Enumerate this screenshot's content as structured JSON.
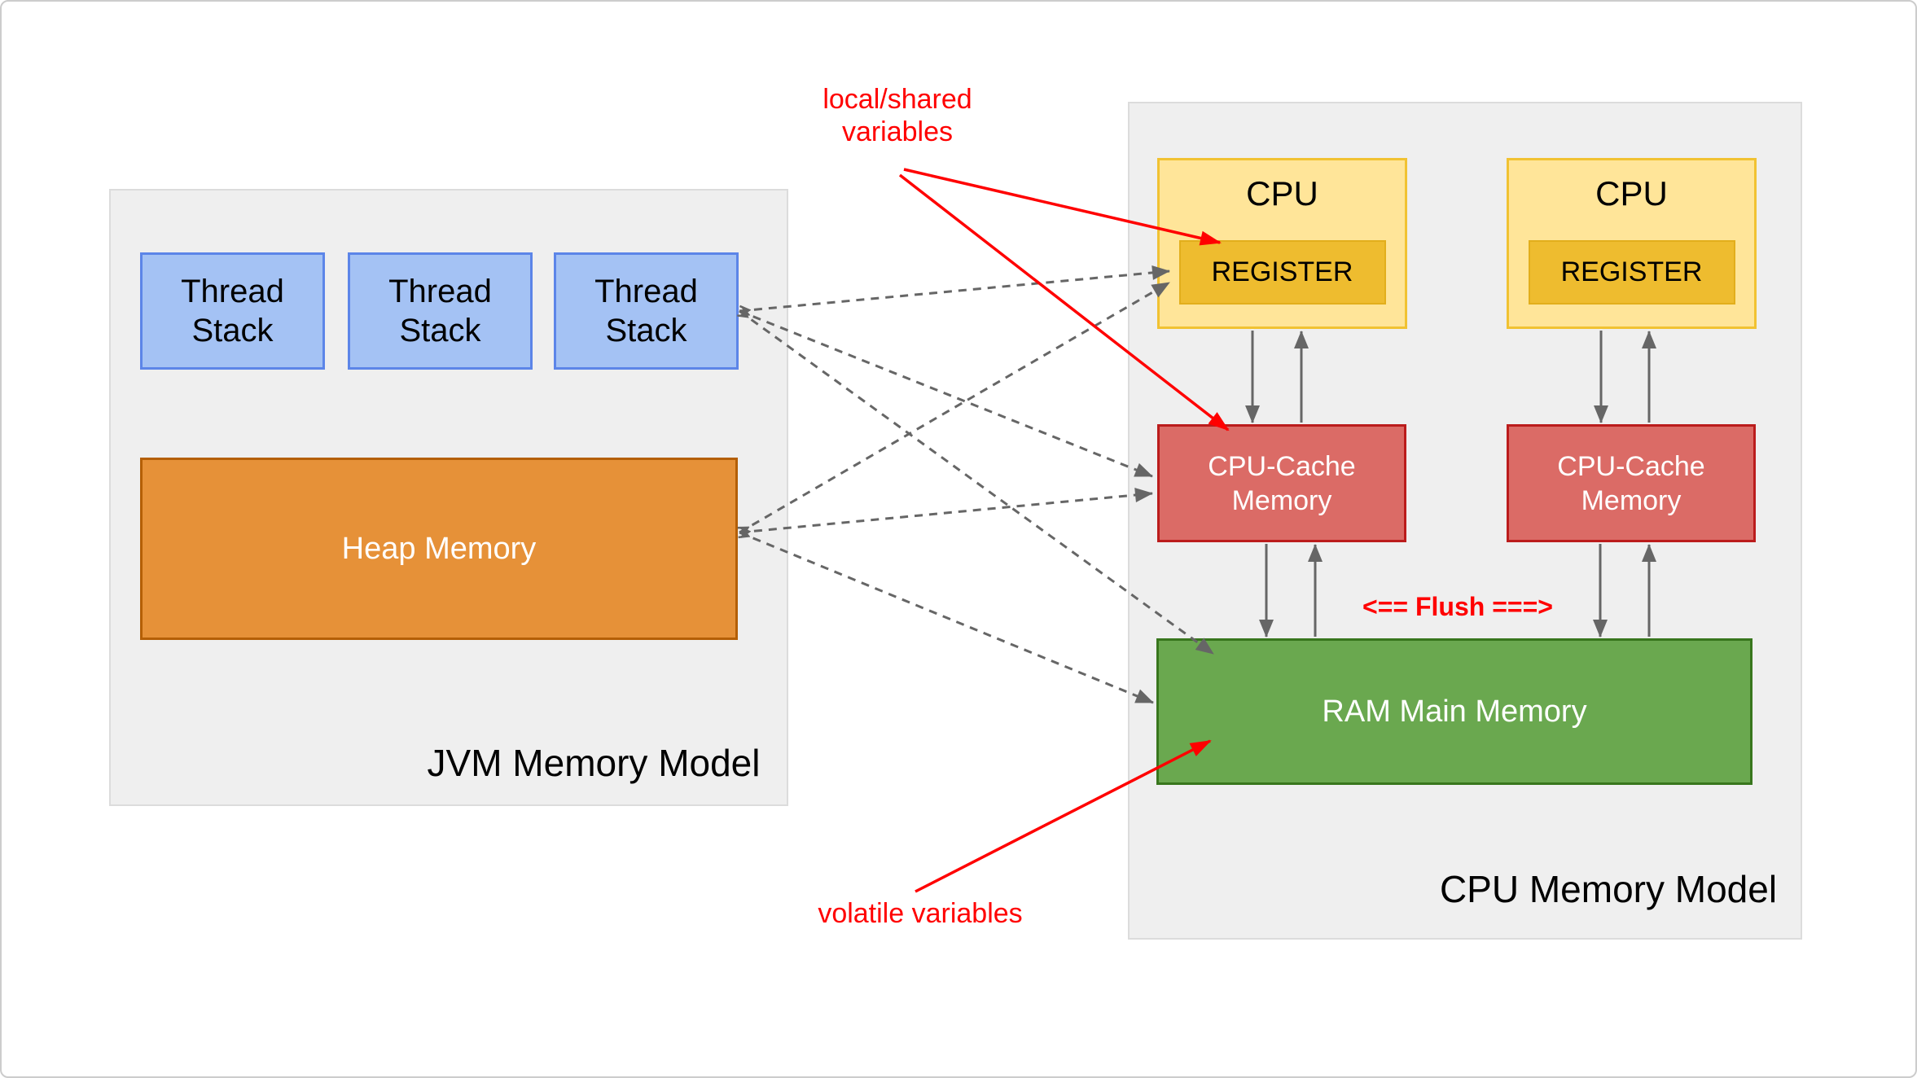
{
  "colors": {
    "annotation_red": "#ff0000",
    "arrow_gray": "#666666",
    "panel_bg": "#efefef",
    "panel_border": "#dcdcdc",
    "thread_stack_fill": "#a4c2f4",
    "thread_stack_border": "#5c85e8",
    "heap_fill": "#e69138",
    "heap_border": "#b45f06",
    "cpu_fill": "#ffe599",
    "cpu_border": "#f1c232",
    "register_fill": "#eebc2f",
    "register_border": "#e2ae1c",
    "cache_fill": "#db6b66",
    "cache_border": "#bb1c1c",
    "ram_fill": "#6aa84f",
    "ram_border": "#38761d"
  },
  "jvm_panel": {
    "label": "JVM Memory Model",
    "thread_stacks": [
      [
        "Thread",
        "Stack"
      ],
      [
        "Thread",
        "Stack"
      ],
      [
        "Thread",
        "Stack"
      ]
    ],
    "heap_label": "Heap Memory"
  },
  "cpu_panel": {
    "label": "CPU Memory Model",
    "cpus": [
      {
        "title": "CPU",
        "register": "REGISTER"
      },
      {
        "title": "CPU",
        "register": "REGISTER"
      }
    ],
    "caches": [
      [
        "CPU-Cache",
        "Memory"
      ],
      [
        "CPU-Cache",
        "Memory"
      ]
    ],
    "ram_label": "RAM Main Memory",
    "flush_label": "<== Flush ===>"
  },
  "annotations": {
    "local_shared": [
      "local/shared",
      "variables"
    ],
    "volatile": "volatile variables"
  }
}
